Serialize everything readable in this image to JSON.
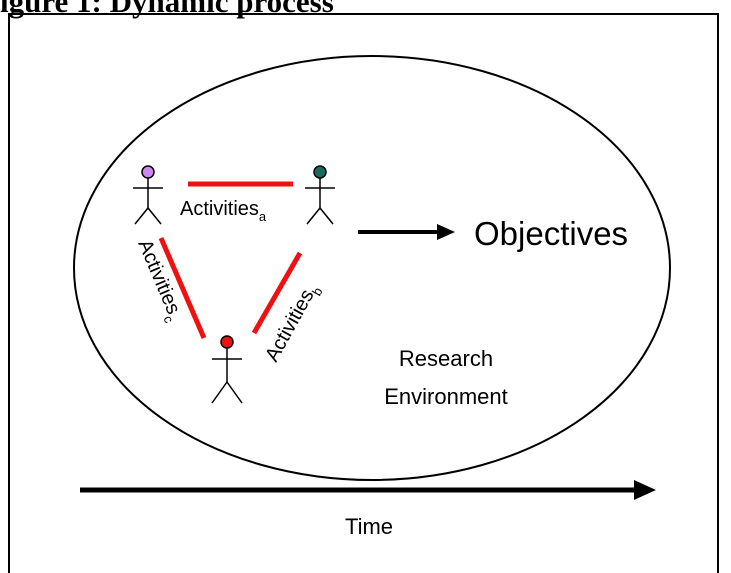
{
  "caption": "igure 1: Dynamic process",
  "diagram": {
    "activities_base": "Activities",
    "activities_a_sub": "a",
    "activities_b_sub": "b",
    "activities_c_sub": "c",
    "objectives": "Objectives",
    "environment_line1": "Research",
    "environment_line2": "Environment",
    "time": "Time"
  },
  "colors": {
    "actor_top_left": "#cc88ee",
    "actor_top_right": "#1a6b5e",
    "actor_bottom": "#ee1111",
    "activity_link": "#ee1111",
    "stroke": "#000000"
  }
}
